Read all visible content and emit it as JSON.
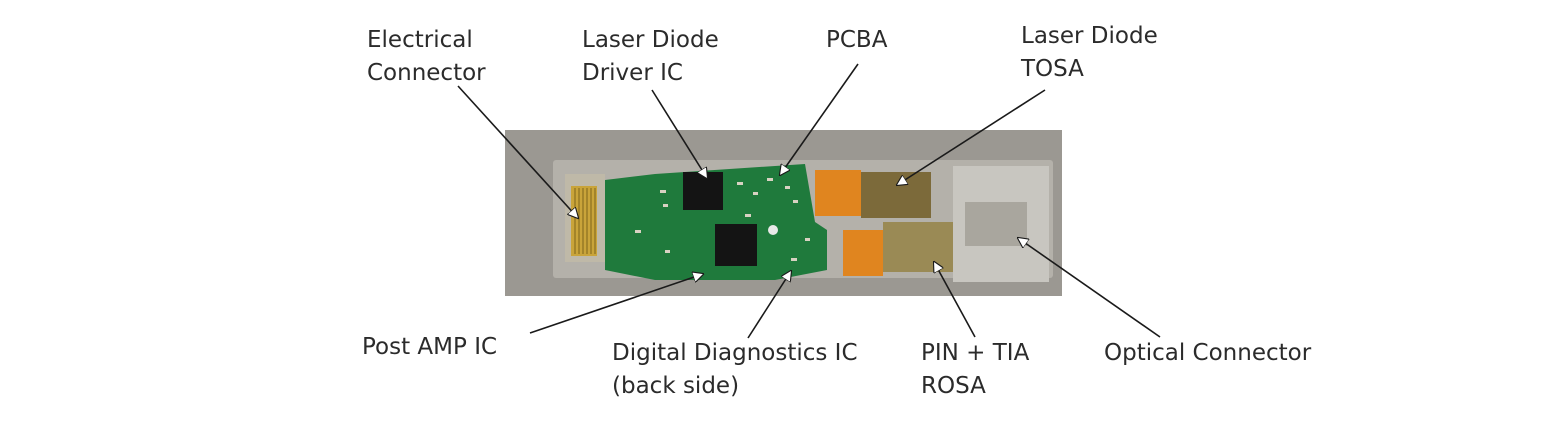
{
  "labels": {
    "electrical_connector": [
      "Electrical",
      "Connector"
    ],
    "laser_diode_driver": [
      "Laser Diode",
      "Driver IC"
    ],
    "pcba": [
      "PCBA"
    ],
    "laser_diode_tosa": [
      "Laser Diode",
      "TOSA"
    ],
    "post_amp": [
      "Post AMP IC"
    ],
    "digital_diagnostics": [
      "Digital Diagnostics IC",
      "(back side)"
    ],
    "pin_tia_rosa": [
      "PIN + TIA",
      "ROSA"
    ],
    "optical_connector": [
      "Optical Connector"
    ]
  },
  "colors": {
    "pcb_green": "#1f7a3c",
    "chip_black": "#141414",
    "gold_contacts": "#c9a43a",
    "flex_orange": "#e0851f",
    "metal": "#c8c6c0",
    "photo_background": "#9b9892",
    "leader_line": "#1a1a1a"
  }
}
